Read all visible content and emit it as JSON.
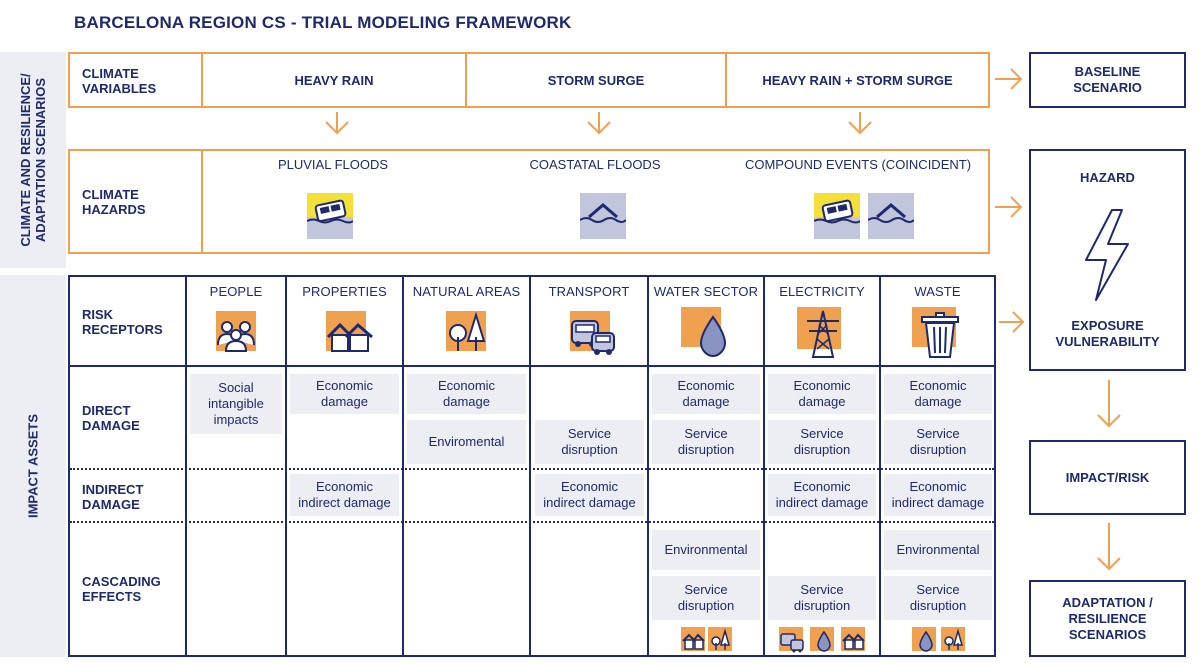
{
  "title": "BARCELONA REGION CS - TRIAL MODELING FRAMEWORK",
  "side_labels": {
    "top": "CLIMATE AND RESILIENCE/\nADAPTATION SCENARIOS",
    "bottom": "IMPACT ASSETS"
  },
  "climate_variables": {
    "label": "CLIMATE\nVARIABLES",
    "items": [
      "HEAVY RAIN",
      "STORM SURGE",
      "HEAVY RAIN + STORM SURGE"
    ]
  },
  "climate_hazards": {
    "label": "CLIMATE\nHAZARDS",
    "items": [
      "PLUVIAL FLOODS",
      "COASTATAL FLOODS",
      "COMPOUND EVENTS (COINCIDENT)"
    ]
  },
  "rows": {
    "risk_receptors": "RISK\nRECEPTORS",
    "direct_damage": "DIRECT\nDAMAGE",
    "indirect_damage": "INDIRECT\nDAMAGE",
    "cascading_effects": "CASCADING\nEFFECTS"
  },
  "receptors": [
    "PEOPLE",
    "PROPERTIES",
    "NATURAL AREAS",
    "TRANSPORT",
    "WATER SECTOR",
    "ELECTRICITY",
    "WASTE"
  ],
  "cells": {
    "social_intangible": "Social\nintangible\nimpacts",
    "economic_damage": "Economic\ndamage",
    "enviromental": "Enviromental",
    "service_disruption": "Service\ndisruption",
    "economic_indirect": "Economic\nindirect damage",
    "environmental": "Environmental"
  },
  "right_flow": {
    "baseline": "BASELINE\nSCENARIO",
    "hazard": "HAZARD",
    "exposure": "EXPOSURE\nVULNERABILITY",
    "impact": "IMPACT/RISK",
    "adaptation": "ADAPTATION /\nRESILIENCE\nSCENARIOS"
  },
  "colors": {
    "navy": "#1e2a6b",
    "orange": "#f0a150",
    "light": "#eceef4",
    "icon_bg_orange": "#f0a150",
    "icon_bg_grey": "#c2c6dc",
    "car_yellow": "#f5e03a"
  },
  "icons": {
    "people": "people-icon",
    "properties": "houses-icon",
    "natural": "trees-icon",
    "transport": "cars-icon",
    "water": "water-drop-icon",
    "electricity": "power-tower-icon",
    "waste": "trash-bin-icon",
    "pluvial": "flooded-car-icon",
    "coastal": "flooded-house-icon",
    "hazard": "lightning-icon"
  }
}
